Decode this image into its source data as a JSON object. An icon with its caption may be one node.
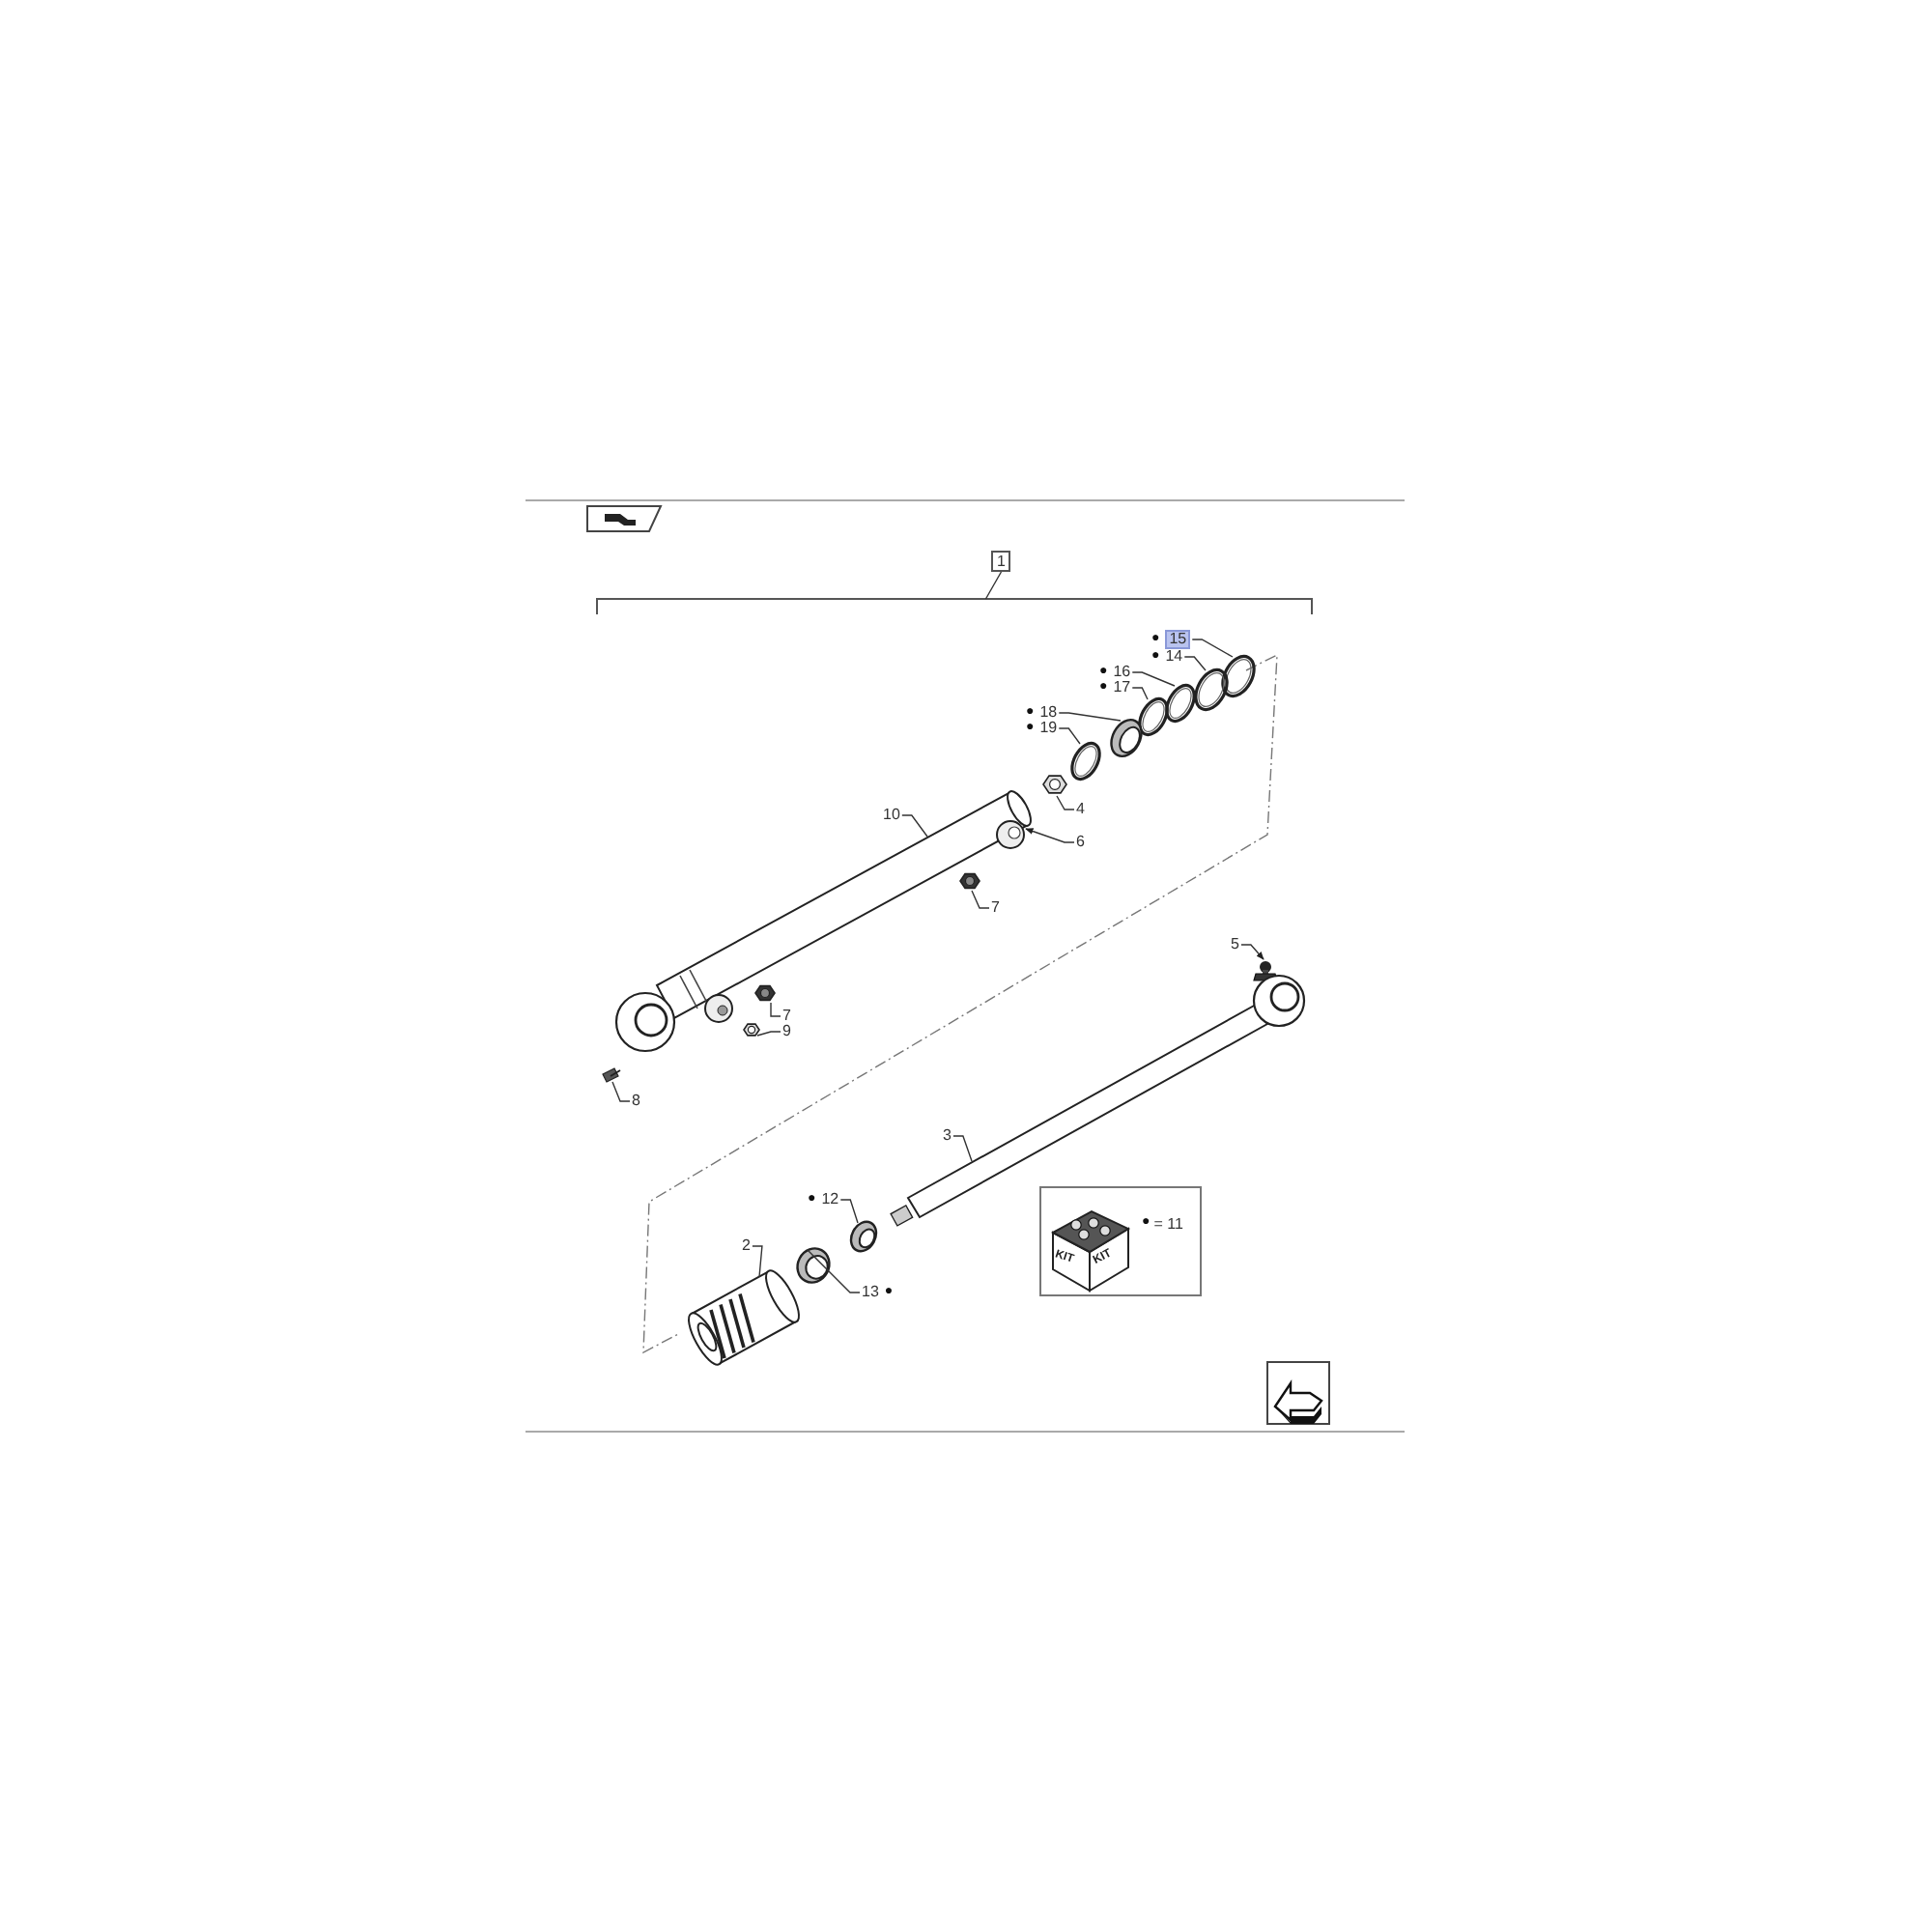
{
  "diagram": {
    "nodes": [
      {
        "text": [],
        "shape": "bracket"
      },
      {
        "text": [
          "1"
        ]
      },
      {
        "text": [
          "●",
          "15"
        ]
      },
      {
        "text": [],
        "shape": "picture"
      },
      {
        "text": [
          "●",
          "14"
        ]
      },
      {
        "text": [],
        "shape": "picture"
      },
      {
        "text": [
          "●",
          "16"
        ]
      },
      {
        "text": [],
        "shape": "picture"
      },
      {
        "text": [
          "●",
          "17"
        ]
      },
      {
        "text": [],
        "shape": "picture"
      },
      {
        "text": [
          "●",
          "18"
        ]
      },
      {
        "text": [],
        "shape": "picture"
      },
      {
        "text": [
          "●",
          "19"
        ]
      },
      {
        "text": [],
        "shape": "picture"
      },
      {
        "text": [
          "4"
        ]
      },
      {
        "text": [],
        "shape": "picture"
      },
      {
        "text": [
          "10"
        ]
      },
      {
        "text": [],
        "shape": "picture"
      },
      {
        "text": [
          "6"
        ]
      },
      {
        "text": [],
        "shape": "picture"
      },
      {
        "text": [
          "7"
        ]
      },
      {
        "text": [],
        "shape": "picture"
      },
      {
        "text": [
          "7"
        ]
      },
      {
        "text": [],
        "shape": "picture"
      },
      {
        "text": [
          "9"
        ]
      },
      {
        "text": [],
        "shape": "picture"
      },
      {
        "text": [
          "8"
        ]
      },
      {
        "text": [],
        "shape": "picture"
      },
      {
        "text": [
          "5"
        ]
      },
      {
        "text": [],
        "shape": "picture"
      },
      {
        "text": [
          "3"
        ]
      },
      {
        "text": [],
        "shape": "picture"
      },
      {
        "text": [
          "●",
          "12"
        ]
      },
      {
        "text": [],
        "shape": "picture"
      },
      {
        "text": [
          "2"
        ]
      },
      {
        "text": [],
        "shape": "picture"
      },
      {
        "text": [
          "13",
          "●"
        ]
      },
      {
        "text": [],
        "shape": "picture"
      },
      {
        "text": [
          "●",
          "= 11"
        ]
      }
    ],
    "edges": [
      {
        "from": 1,
        "to": 0,
        "arrow": "none"
      },
      {
        "from": 2,
        "to": 3,
        "arrow": "none"
      },
      {
        "from": 4,
        "to": 5,
        "arrow": "none"
      },
      {
        "from": 6,
        "to": 7,
        "arrow": "none"
      },
      {
        "from": 8,
        "to": 9,
        "arrow": "none"
      },
      {
        "from": 10,
        "to": 11,
        "arrow": "none"
      },
      {
        "from": 12,
        "to": 13,
        "arrow": "none"
      },
      {
        "from": 14,
        "to": 15,
        "arrow": "none"
      },
      {
        "from": 16,
        "to": 17,
        "arrow": "none"
      },
      {
        "from": 18,
        "to": 19,
        "arrow": "to"
      },
      {
        "from": 20,
        "to": 21,
        "arrow": "none"
      },
      {
        "from": 22,
        "to": 23,
        "arrow": "none"
      },
      {
        "from": 24,
        "to": 25,
        "arrow": "none"
      },
      {
        "from": 26,
        "to": 27,
        "arrow": "none"
      },
      {
        "from": 28,
        "to": 29,
        "arrow": "to"
      },
      {
        "from": 30,
        "to": 31,
        "arrow": "none"
      },
      {
        "from": 32,
        "to": 33,
        "arrow": "none"
      },
      {
        "from": 34,
        "to": 35,
        "arrow": "none"
      },
      {
        "from": 36,
        "to": 37,
        "arrow": "none"
      }
    ],
    "labels": [
      "KIT",
      "KIT"
    ]
  }
}
